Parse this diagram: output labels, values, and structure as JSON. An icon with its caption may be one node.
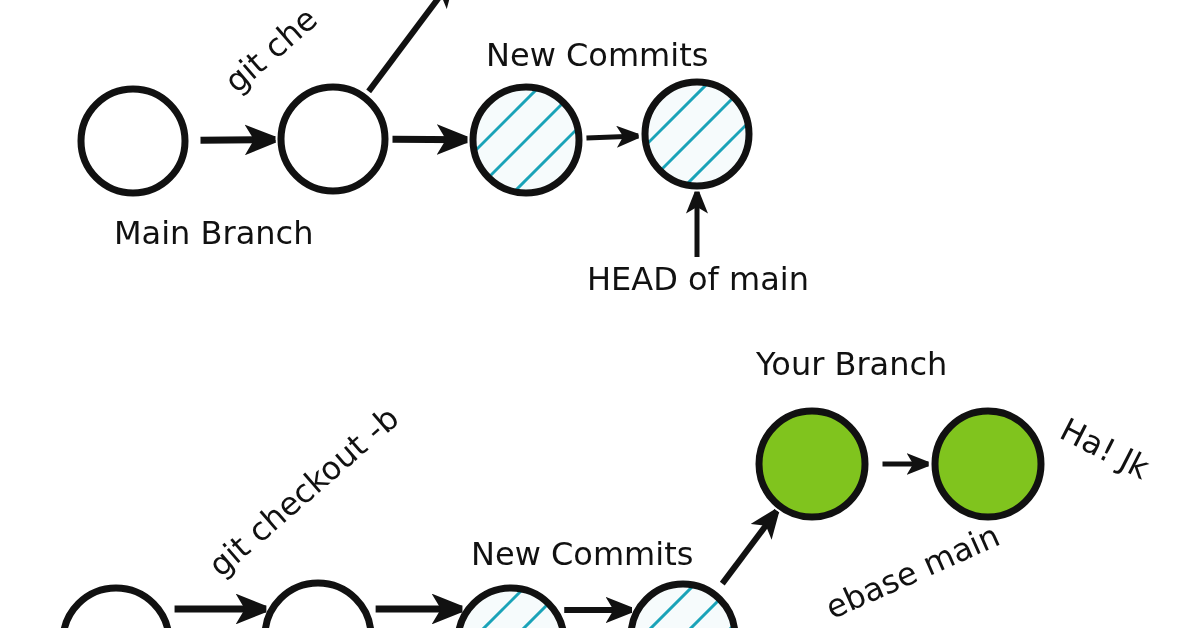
{
  "diagram": {
    "nodes": [
      {
        "text": [],
        "shape": "circle"
      },
      {
        "text": [],
        "shape": "circle"
      },
      {
        "text": [],
        "shape": "circle"
      },
      {
        "text": [],
        "shape": "circle"
      },
      {
        "text": [
          "HEAD of main"
        ]
      },
      {
        "text": [],
        "shape": "circle"
      },
      {
        "text": [],
        "shape": "circle"
      },
      {
        "text": [],
        "shape": "circle"
      },
      {
        "text": [],
        "shape": "circle"
      },
      {
        "text": [],
        "shape": "circle"
      },
      {
        "text": [],
        "shape": "circle"
      }
    ],
    "edges": [
      {
        "from": 0,
        "to": 1,
        "arrow": "to"
      },
      {
        "from": 1,
        "to": 2,
        "arrow": "to"
      },
      {
        "from": 2,
        "to": 3,
        "arrow": "to"
      },
      {
        "from": 1,
        "to": null,
        "arrow": "to"
      },
      {
        "from": 4,
        "to": 3,
        "arrow": "to"
      },
      {
        "from": 5,
        "to": 6,
        "arrow": "to"
      },
      {
        "from": 6,
        "to": 7,
        "arrow": "to"
      },
      {
        "from": 7,
        "to": 8,
        "arrow": "to"
      },
      {
        "from": 8,
        "to": 9,
        "arrow": "to"
      },
      {
        "from": 9,
        "to": 10,
        "arrow": "to"
      }
    ],
    "labels": [
      "git che",
      "New Commits",
      "Main Branch",
      "Your Branch",
      "git checkout -b",
      "Ha! Jk",
      "New Commits",
      "ebase main"
    ]
  }
}
